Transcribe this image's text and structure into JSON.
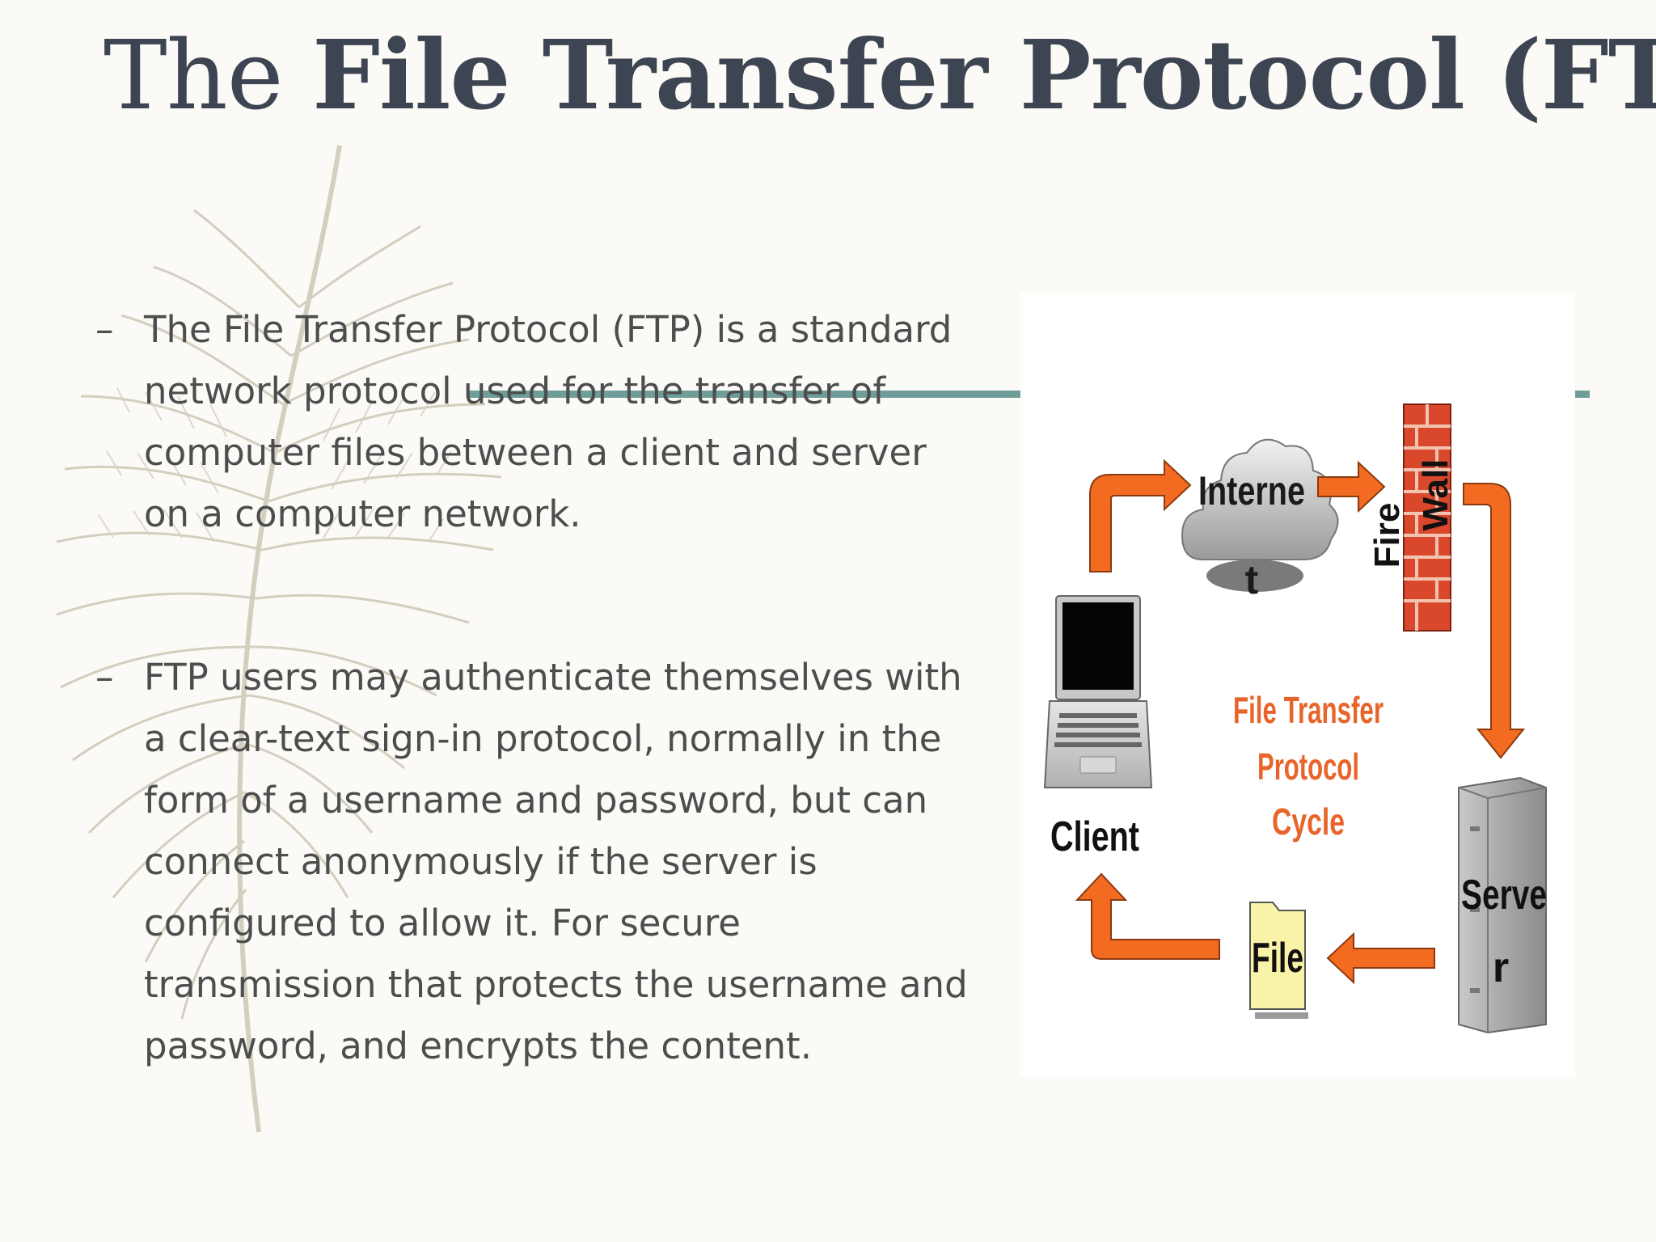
{
  "slide": {
    "title_prefix": "The",
    "title_main": "File Transfer Protocol (FTP)",
    "bullets": [
      "The File Transfer Protocol (FTP) is a standard network protocol used for the transfer of computer files between a client and server on a computer network.",
      "FTP users may authenticate themselves with a clear-text sign-in protocol, normally in the form of a username and password, but can connect anonymously if the server is configured to allow it. For secure transmission that protects the username and password, and encrypts the content."
    ]
  },
  "diagram": {
    "internet_label": [
      "Interne",
      "t"
    ],
    "firewall_label": [
      "Fire",
      "Wall"
    ],
    "client_label": "Client",
    "cycle_label": [
      "File Transfer",
      "Protocol",
      "Cycle"
    ],
    "server_label": [
      "Serve",
      "r"
    ],
    "file_label": "File",
    "colors": {
      "arrow": "#f26b21",
      "brick": "#d9482b",
      "cycle_text": "#e8642a",
      "rule": "#6f9e9a"
    }
  },
  "bullet_marker": "–"
}
